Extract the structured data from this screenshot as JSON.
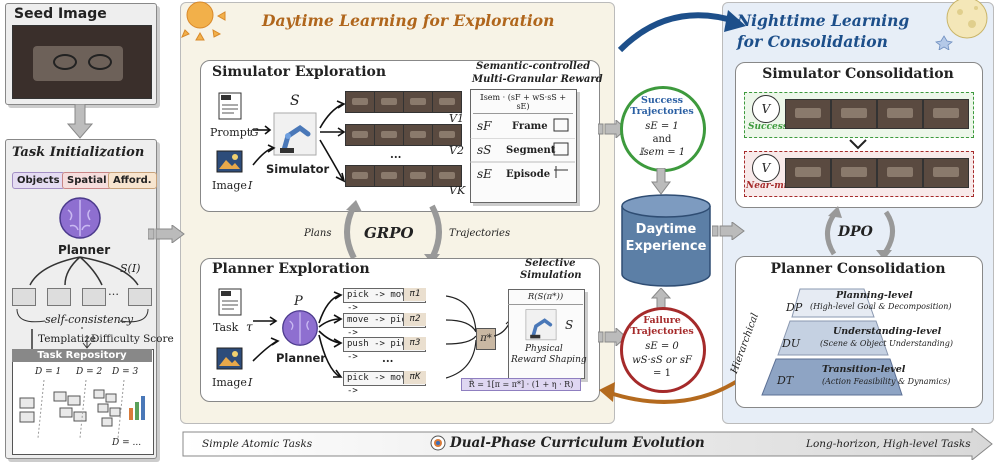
{
  "seed": {
    "title": "Seed Image"
  },
  "task_init": {
    "title": "Task Initialization",
    "tags": [
      "Objects",
      "Spatial",
      "Afford."
    ],
    "planner_label": "Planner",
    "s_of_i": "S(I)",
    "self_consistency": "self-consistency",
    "templatize": "Templatize",
    "difficulty": "Difficulty Score",
    "repository_title": "Task Repository",
    "levels": [
      "D = 1",
      "D = 2",
      "D = 3",
      "D = ..."
    ]
  },
  "daytime": {
    "title": "Daytime Learning for Exploration",
    "sim_explore": {
      "title": "Simulator Exploration",
      "reward_title_1": "Semantic-controlled",
      "reward_title_2": "Multi-Granular Reward",
      "prompt_label": "Prompt",
      "prompt_var": "G",
      "image_label": "Image",
      "image_var": "I",
      "sim_symbol": "S",
      "sim_label": "Simulator",
      "video_labels": [
        "V1",
        "V2",
        "VK"
      ],
      "ellipsis": "...",
      "reward_formula": "𝕀sem · (sF + wS·sS + sE)",
      "reward_rows": [
        {
          "sym": "sF",
          "name": "Frame"
        },
        {
          "sym": "sS",
          "name": "Segment"
        },
        {
          "sym": "sE",
          "name": "Episode"
        }
      ]
    },
    "grpo": "GRPO",
    "plans": "Plans",
    "trajectories": "Trajectories",
    "planner_explore": {
      "title": "Planner Exploration",
      "selective_1": "Selective",
      "selective_2": "Simulation",
      "task_label": "Task",
      "task_var": "τ",
      "image_label": "Image",
      "image_var": "I",
      "planner_symbol": "P",
      "planner_label": "Planner",
      "plans": [
        {
          "text": "pick -> move ->",
          "pi": "π1"
        },
        {
          "text": "move -> pick ->",
          "pi": "π2"
        },
        {
          "text": "push -> pick ->",
          "pi": "π3"
        },
        {
          "text": "pick -> move ->",
          "pi": "πK"
        }
      ],
      "ellipsis": "...",
      "pi_star": "π*",
      "r_formula": "R(S(π*))",
      "sim_symbol": "S",
      "shaping_1": "Physical",
      "shaping_2": "Reward Shaping",
      "final_formula": "R̃ = 1[π = π*] · (1 + η · R)"
    }
  },
  "middle": {
    "success_title_1": "Success",
    "success_title_2": "Trajectories",
    "success_eq1": "sE = 1",
    "success_and": "and",
    "success_eq2": "𝕀sem = 1",
    "experience_1": "Daytime",
    "experience_2": "Experience",
    "failure_title_1": "Failure",
    "failure_title_2": "Trajectories",
    "failure_eq1": "sE = 0",
    "failure_eq2": "wS·sS or sF",
    "failure_eq3": "= 1"
  },
  "nighttime": {
    "title_1": "Nighttime Learning",
    "title_2": "for Consolidation",
    "sim_consolidation": "Simulator Consolidation",
    "success_label": "Success",
    "near_miss_label": "Near-miss",
    "v_symbol": "V",
    "dpo": "DPO",
    "planner_consolidation": "Planner Consolidation",
    "hierarchical": "Hierarchical",
    "levels": [
      {
        "sym": "DP",
        "title": "Planning-level",
        "desc": "(High-level Goal & Decomposition)"
      },
      {
        "sym": "DU",
        "title": "Understanding-level",
        "desc": "(Scene & Object Understanding)"
      },
      {
        "sym": "DT",
        "title": "Transition-level",
        "desc": "(Action Feasibility & Dynamics)"
      }
    ]
  },
  "curriculum": {
    "left": "Simple Atomic Tasks",
    "center": "Dual-Phase Curriculum Evolution",
    "right": "Long-horizon, High-level Tasks"
  },
  "colors": {
    "daytime_bg": "#f7f3e6",
    "nighttime_bg": "#e7eef7",
    "daytime_title": "#b0661c",
    "nighttime_title": "#1d4f8a",
    "success_green": "#3d9a3d",
    "failure_red": "#a52a2a",
    "experience_blue": "#5c7fa6"
  }
}
